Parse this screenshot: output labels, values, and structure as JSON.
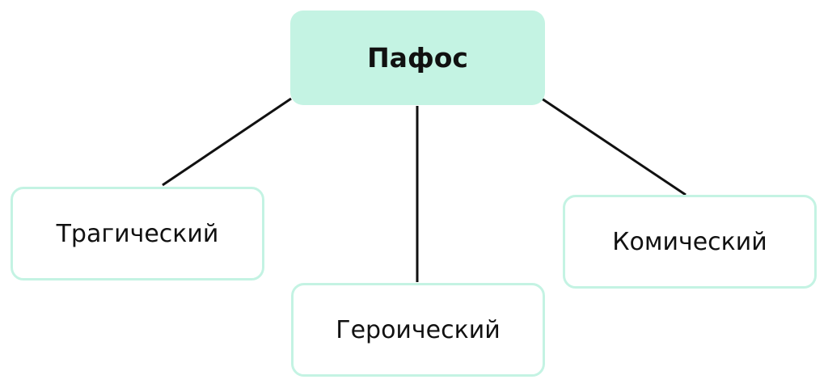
{
  "diagram": {
    "root": {
      "label": "Пафос"
    },
    "children": [
      {
        "label": "Трагический"
      },
      {
        "label": "Героический"
      },
      {
        "label": "Комический"
      }
    ]
  },
  "colors": {
    "node_fill": "#c4f3e3",
    "node_border": "#c4f3e3",
    "connector": "#111111",
    "text": "#111111"
  }
}
